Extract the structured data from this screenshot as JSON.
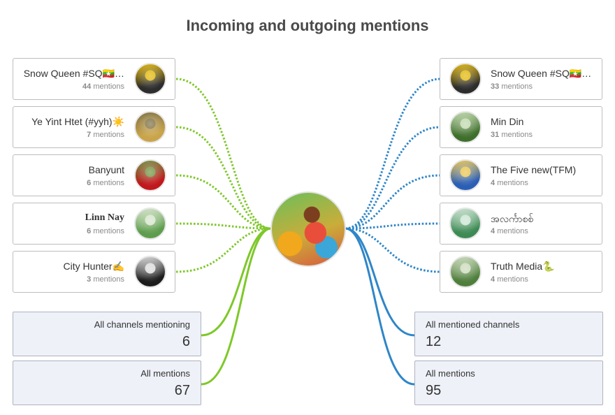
{
  "title": "Incoming and outgoing mentions",
  "colors": {
    "incoming": "#7ec82a",
    "outgoing": "#2f86c8",
    "summary_bg": "#eef1f8"
  },
  "center": {
    "avatar": "channel-avatar"
  },
  "incoming": {
    "channels": [
      {
        "name": "Snow Queen #SQ🇲🇲…",
        "count": "44",
        "unit": "mentions",
        "avatar_colors": [
          "#2d2d2d",
          "#e0b400"
        ]
      },
      {
        "name": "Ye Yint Htet (#yyh)☀️",
        "count": "7",
        "unit": "mentions",
        "avatar_colors": [
          "#c9a44a",
          "#7a6b3a"
        ]
      },
      {
        "name": "Banyunt",
        "count": "6",
        "unit": "mentions",
        "avatar_colors": [
          "#c0181c",
          "#6b8f3a"
        ]
      },
      {
        "name": "Linn Nay",
        "count": "6",
        "unit": "mentions",
        "avatar_colors": [
          "#5e9d4d",
          "#d4e3c7"
        ]
      },
      {
        "name": "City Hunter✍️",
        "count": "3",
        "unit": "mentions",
        "avatar_colors": [
          "#1c1c1c",
          "#d8d8d8"
        ]
      }
    ],
    "all_channels_label": "All channels mentioning",
    "all_channels_value": "6",
    "all_mentions_label": "All mentions",
    "all_mentions_value": "67"
  },
  "outgoing": {
    "channels": [
      {
        "name": "Snow Queen #SQ🇲🇲…",
        "count": "33",
        "unit": "mentions",
        "avatar_colors": [
          "#2d2d2d",
          "#e0b400"
        ]
      },
      {
        "name": "Min Din",
        "count": "31",
        "unit": "mentions",
        "avatar_colors": [
          "#3f6f2c",
          "#bcd7a8"
        ]
      },
      {
        "name": "The Five new(TFM)",
        "count": "4",
        "unit": "mentions",
        "avatar_colors": [
          "#2b5fb5",
          "#e8c24a"
        ]
      },
      {
        "name": "အလင်္ကာစစ်",
        "count": "4",
        "unit": "mentions",
        "avatar_colors": [
          "#3d8a54",
          "#c9e3d0"
        ]
      },
      {
        "name": "Truth Media🐍",
        "count": "4",
        "unit": "mentions",
        "avatar_colors": [
          "#4f7f3c",
          "#c8d9b8"
        ]
      }
    ],
    "all_channels_label": "All mentioned channels",
    "all_channels_value": "12",
    "all_mentions_label": "All mentions",
    "all_mentions_value": "95"
  }
}
